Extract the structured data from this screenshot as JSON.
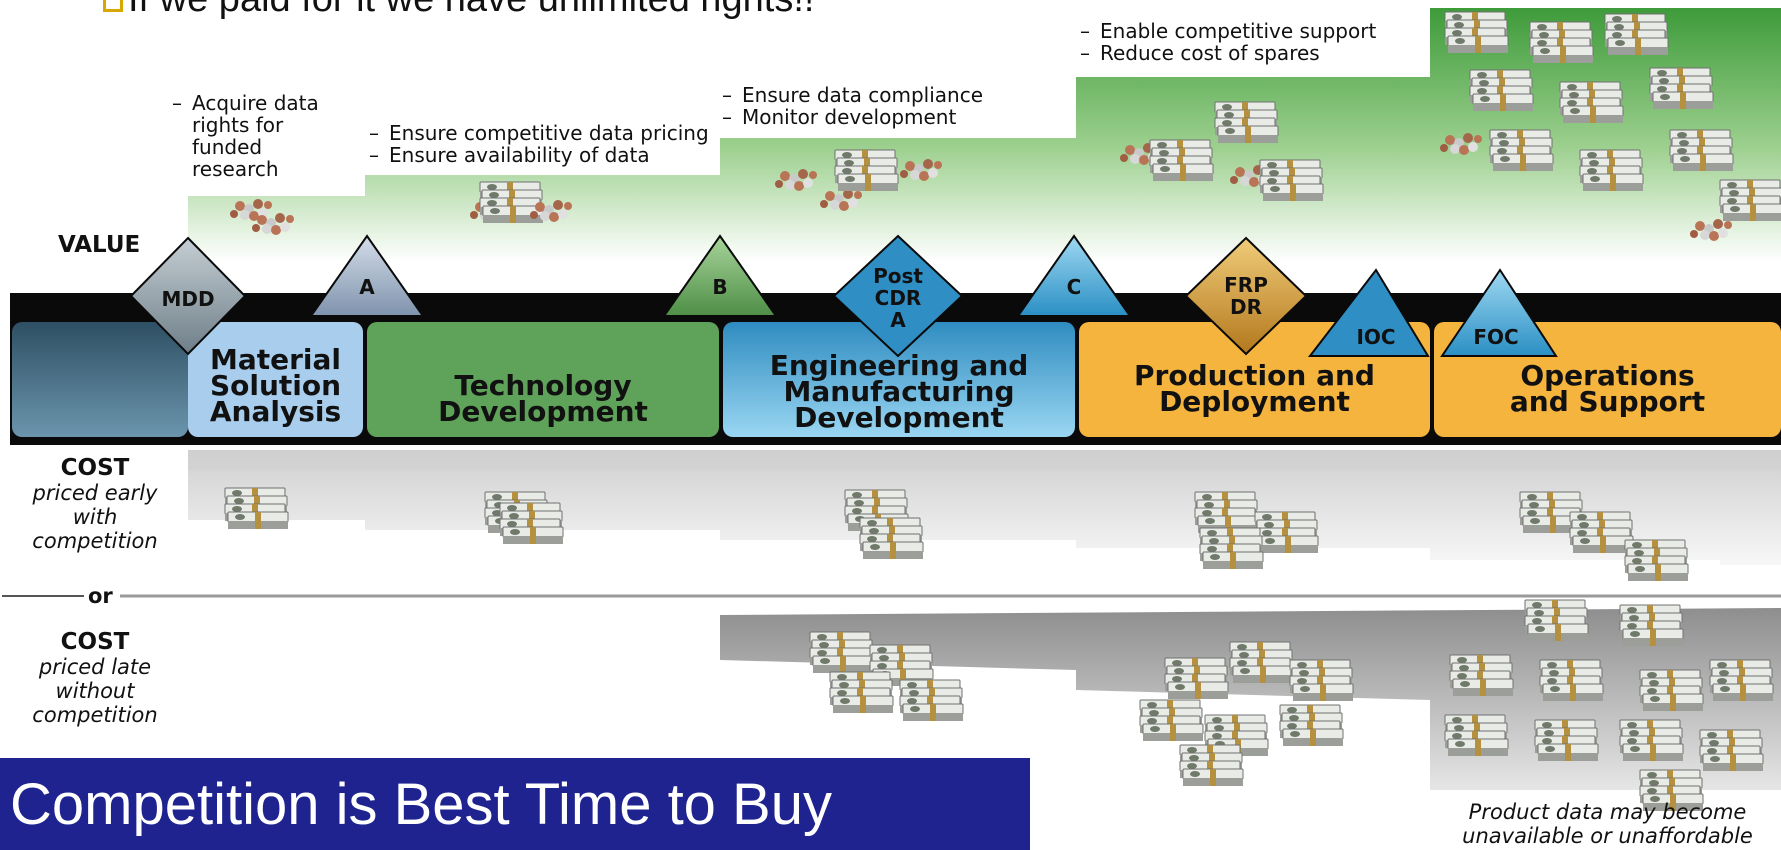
{
  "heading": {
    "text": "If we paid for it we have unlimited rights!!"
  },
  "value_label": "VALUE",
  "value_notes": [
    {
      "lines": [
        "Acquire data",
        "rights for",
        "funded",
        "research"
      ]
    },
    {
      "lines": [
        "Ensure competitive data pricing",
        "Ensure availability of data"
      ]
    },
    {
      "lines": [
        "Ensure data compliance",
        "Monitor development"
      ]
    },
    {
      "lines": [
        "Enable competitive support",
        "Reduce cost of spares"
      ]
    }
  ],
  "milestones": {
    "mdd": "MDD",
    "a": "A",
    "b": "B",
    "post_cdr_a": "Post\nCDR\nA",
    "c": "C",
    "frp_dr": "FRP\nDR",
    "ioc": "IOC",
    "foc": "FOC"
  },
  "phases": [
    {
      "label": "Material\nSolution\nAnalysis",
      "color": "#a9cdec"
    },
    {
      "label": "Technology\nDevelopment",
      "color": "#5fa35a"
    },
    {
      "label": "Engineering and\nManufacturing\nDevelopment",
      "color": "#48b5e3"
    },
    {
      "label": "Production and\nDeployment",
      "color": "#f4b43e"
    },
    {
      "label": "Operations\nand Support",
      "color": "#f4b43e"
    }
  ],
  "cost_early": {
    "title": "COST",
    "sub": [
      "priced early",
      "with",
      "competition"
    ]
  },
  "or_label": "or",
  "cost_late": {
    "title": "COST",
    "sub": [
      "priced late",
      "without",
      "competition"
    ]
  },
  "banner": {
    "text": "Competition is Best Time to Buy",
    "color": "#1f2390"
  },
  "footnote": [
    "Product data may become",
    "unavailable or unaffordable"
  ],
  "icons": {
    "money_stack": "cash-stack-icon",
    "coins": "coins-icon",
    "bullet": "hollow-square-bullet-icon"
  },
  "colors": {
    "value_green": "#3e9b3a",
    "timeline_black": "#0a0a0a",
    "cost_gray": "#9a9a9a"
  }
}
